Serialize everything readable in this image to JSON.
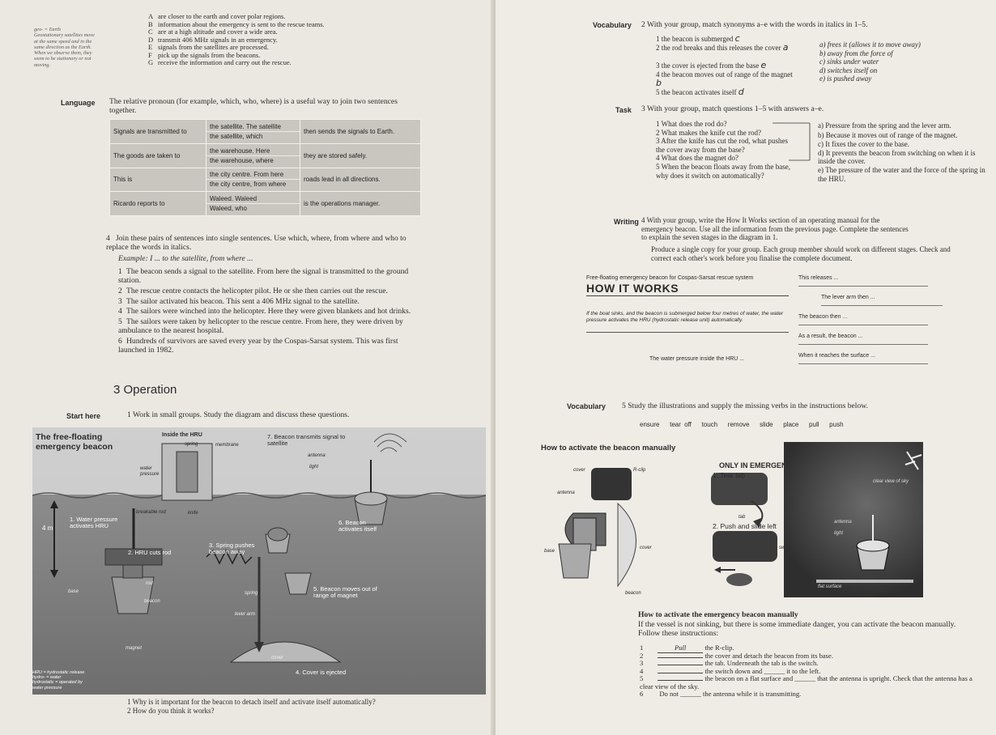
{
  "left": {
    "margin_note": "geo- = Earth\nGeostationary satellites move\nat the same speed and in the\nsame direction as the Earth.\nWhen we observe them, they\nseem to be stationary or not\nmoving.",
    "steps": [
      {
        "letter": "A",
        "text": "are closer to the earth and cover polar regions."
      },
      {
        "letter": "B",
        "text": "information about the emergency is sent to the rescue teams."
      },
      {
        "letter": "C",
        "text": "are at a high altitude and cover a wide area."
      },
      {
        "letter": "D",
        "text": "transmit 406 MHz signals in an emergency."
      },
      {
        "letter": "E",
        "text": "signals from the satellites are processed."
      },
      {
        "letter": "F",
        "text": "pick up the signals from the beacons."
      },
      {
        "letter": "G",
        "text": "receive the information and carry out the rescue."
      }
    ],
    "language_label": "Language",
    "language_text": "The relative pronoun (for example, which, who, where) is a useful way to join two sentences together.",
    "table": [
      {
        "left": "Signals are transmitted to",
        "mid": [
          "the satellite. The satellite",
          "the satellite, which"
        ],
        "right": "then sends the signals to Earth."
      },
      {
        "left": "The goods are taken to",
        "mid": [
          "the warehouse. Here",
          "the warehouse, where"
        ],
        "right": "they are stored safely."
      },
      {
        "left": "This is",
        "mid": [
          "the city centre. From here",
          "the city centre, from where"
        ],
        "right": "roads lead in all directions."
      },
      {
        "left": "Ricardo reports to",
        "mid": [
          "Waleed. Waleed",
          "Waleed, who"
        ],
        "right": "is the operations manager."
      }
    ],
    "q4_num": "4",
    "q4_text": "Join these pairs of sentences into single sentences. Use which, where, from where and who to replace the words in italics.",
    "example": "Example: I ... to the satellite, from where ...",
    "sentences": [
      {
        "n": "1",
        "text": "The beacon sends a signal to the satellite. From here the signal is transmitted to the ground station."
      },
      {
        "n": "2",
        "text": "The rescue centre contacts the helicopter pilot. He or she then carries out the rescue."
      },
      {
        "n": "3",
        "text": "The sailor activated his beacon. This sent a 406 MHz signal to the satellite."
      },
      {
        "n": "4",
        "text": "The sailors were winched into the helicopter. Here they were given blankets and hot drinks."
      },
      {
        "n": "5",
        "text": "The sailors were taken by helicopter to the rescue centre. From here, they were driven by ambulance to the nearest hospital."
      },
      {
        "n": "6",
        "text": "Hundreds of survivors are saved every year by the Cospas-Sarsat system. This was first launched in 1982."
      }
    ],
    "section_title": "3 Operation",
    "start_label": "Start here",
    "start_text": "1   Work in small groups. Study the diagram and discuss these questions.",
    "diagram": {
      "title": "The free-floating emergency beacon",
      "inside": "Inside the HRU",
      "spring": "spring",
      "membrane": "membrane",
      "water_pressure": "water pressure",
      "breakable_rod": "breakable rod",
      "knife": "knife",
      "depth": "4 m",
      "step1": "1. Water pressure activates HRU",
      "step2": "2. HRU cuts rod",
      "step3": "3. Spring pushes beacon away",
      "step4": "4. Cover is ejected",
      "step5": "5. Beacon moves out of range of magnet",
      "step6": "6. Beacon activates itself",
      "step7": "7. Beacon transmits signal to satellite",
      "antenna": "antenna",
      "light": "light",
      "rod": "rod",
      "spring2": "spring",
      "lever_arm": "lever arm",
      "magnet": "magnet",
      "base": "base",
      "beacon": "beacon",
      "cover": "cover",
      "footnote": "HRU = hydrostatic release\nhydro- = water\nhydrostatic = operated by\nwater pressure"
    },
    "questions": [
      "1   Why is it important for the beacon to detach itself and activate itself automatically?",
      "2   How do you think it works?"
    ]
  },
  "right": {
    "vocab_label": "Vocabulary",
    "vocab_q": "2   With your group, match synonyms a–e with the words in italics in 1–5.",
    "vocab_items": [
      "1  the beacon is submerged",
      "2  the rod breaks and this releases the cover",
      "3  the cover is ejected from the base",
      "4  the beacon moves out of range of the magnet",
      "5  the beacon activates itself"
    ],
    "vocab_hand": [
      "c",
      "a",
      "e",
      "b",
      "d"
    ],
    "vocab_synonyms": [
      "a)  frees it (allows it to move away)",
      "b)  away from the force of",
      "c)  sinks under water",
      "d)  switches itself on",
      "e)  is pushed away"
    ],
    "task_label": "Task",
    "task_q": "3   With your group, match questions 1–5 with answers a–e.",
    "task_questions": [
      "1  What does the rod do?",
      "2  What makes the knife cut the rod?",
      "3  After the knife has cut the rod, what pushes the cover away from the base?",
      "4  What does the magnet do?",
      "5  When the beacon floats away from the base, why does it switch on automatically?"
    ],
    "task_answers": [
      "a)  Pressure from the spring and the lever arm.",
      "b)  Because it moves out of range of the magnet.",
      "c)  It fixes the cover to the base.",
      "d)  It prevents the beacon from switching on when it is inside the cover.",
      "e)  The pressure of the water and the force of the spring in the HRU."
    ],
    "writing_label": "Writing",
    "writing_q": "4   With your group, write the How It Works section of an operating manual for the emergency beacon. Use all the information from the previous page. Complete the sentences to explain the seven stages in the diagram in 1.",
    "writing_q2": "Produce a single copy for your group. Each group member should work on different stages. Check and correct each other's work before you finalise the complete document.",
    "manual_caption": "Free-floating emergency beacon for Cospas-Sarsat rescue system",
    "manual_title": "HOW IT WORKS",
    "manual_step1": "If the boat sinks, and the beacon is submerged below four metres of water, the water pressure activates the HRU (hydrostatic release unit) automatically.",
    "manual_step2": "The water pressure inside the HRU ...",
    "manual_right": [
      "This releases ...",
      "The lever arm then ...",
      "The beacon then ...",
      "As a result, the beacon ...",
      "When it reaches the surface ..."
    ],
    "vocab5_label": "Vocabulary",
    "vocab5_q": "5   Study the illustrations and supply the missing verbs in the instructions below.",
    "verbs": "ensure   tear off   touch   remove   slide   place   pull   push",
    "how_title": "How to activate the beacon manually",
    "only_emergency": "ONLY IN EMERGENCY",
    "tear_tab": "1. Tear tab",
    "push_slide": "2. Push and slide left",
    "ill_labels": {
      "cover": "cover",
      "rclip": "R-clip",
      "antenna": "antenna",
      "tab": "tab",
      "base": "base",
      "cover2": "cover",
      "switch": "switch",
      "beacon": "beacon",
      "clear_view": "clear view of sky",
      "antenna2": "antenna",
      "light": "light",
      "flat_surface": "flat surface"
    },
    "instr_title": "How to activate the emergency beacon manually",
    "instr_intro": "If the vessel is not sinking, but there is some immediate danger, you can activate the beacon manually. Follow these instructions:",
    "instr": [
      {
        "n": "1",
        "answer": "Pull",
        "text": "the R-clip."
      },
      {
        "n": "2",
        "answer": "",
        "text": "the cover and detach the beacon from its base."
      },
      {
        "n": "3",
        "answer": "",
        "text": "the tab. Underneath the tab is the switch."
      },
      {
        "n": "4",
        "answer": "",
        "text": "the switch down and ______ it to the left."
      },
      {
        "n": "5",
        "answer": "",
        "text": "the beacon on a flat surface and ______ that the antenna is upright. Check that the antenna has a clear view of the sky."
      },
      {
        "n": "6",
        "answer": "",
        "text": "Do not ______ the antenna while it is transmitting."
      }
    ]
  }
}
